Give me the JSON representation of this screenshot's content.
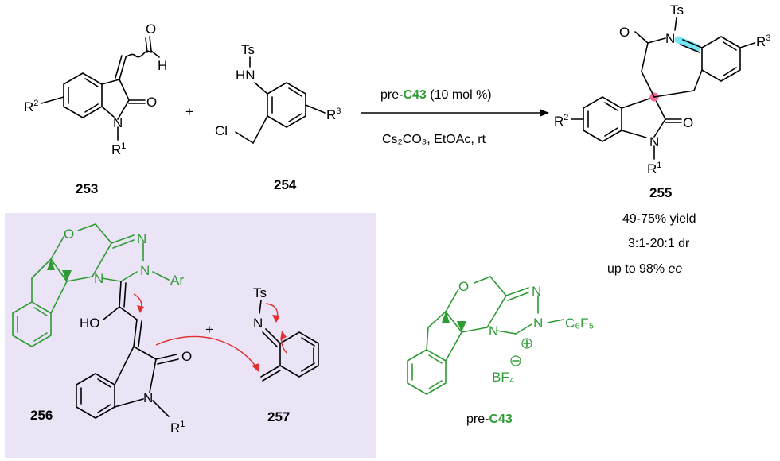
{
  "compounds": {
    "c253": "253",
    "c254": "254",
    "c255": "255",
    "c256": "256",
    "c257": "257",
    "catalyst_prefix": "pre-",
    "catalyst_id": "C43"
  },
  "conditions": {
    "catalyst_suffix": "(10 mol %)",
    "reagents": "Cs₂CO₃, EtOAc, rt"
  },
  "results": {
    "yield": "49-75% yield",
    "dr": "3:1-20:1 dr",
    "ee_prefix": "up to 98%",
    "ee_unit": "ee"
  },
  "atoms": {
    "o": "O",
    "h": "H",
    "n": "N",
    "ts": "Ts",
    "hn": "HN",
    "cl": "Cl",
    "r": "R",
    "r1": "1",
    "r2": "2",
    "r3": "3",
    "ar": "Ar",
    "ho": "HO",
    "c6f5": "C₆F₅",
    "bf4": "BF₄",
    "plus_sign": "+"
  },
  "colors": {
    "catalyst_green": "#2e9a33",
    "box_fill": "#ebe4f7",
    "arrow_red": "#e0302f",
    "highlight_cyan": "#5ce1f0",
    "stereocenter_pink": "#f06a9a"
  }
}
